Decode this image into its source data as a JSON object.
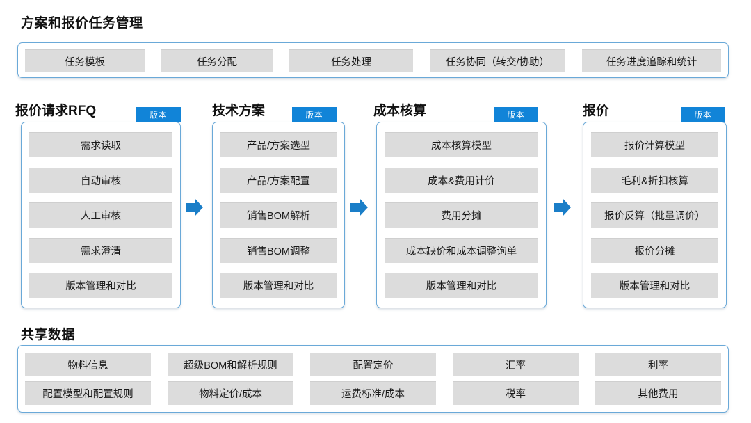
{
  "sections": {
    "task_management": {
      "title": "方案和报价任务管理",
      "items": [
        "任务模板",
        "任务分配",
        "任务处理",
        "任务协同（转交/协助）",
        "任务进度追踪和统计"
      ]
    },
    "shared_data": {
      "title": "共享数据",
      "items": [
        "物料信息",
        "超级BOM和解析规则",
        "配置定价",
        "汇率",
        "利率",
        "配置模型和配置规则",
        "物料定价/成本",
        "运费标准/成本",
        "税率",
        "其他费用"
      ]
    }
  },
  "columns": [
    {
      "title": "报价请求RFQ",
      "version_label": "版本",
      "items": [
        "需求读取",
        "自动审核",
        "人工审核",
        "需求澄清",
        "版本管理和对比"
      ]
    },
    {
      "title": "技术方案",
      "version_label": "版本",
      "items": [
        "产品/方案选型",
        "产品/方案配置",
        "销售BOM解析",
        "销售BOM调整",
        "版本管理和对比"
      ]
    },
    {
      "title": "成本核算",
      "version_label": "版本",
      "items": [
        "成本核算模型",
        "成本&费用计价",
        "费用分摊",
        "成本缺价和成本调整询单",
        "版本管理和对比"
      ]
    },
    {
      "title": "报价",
      "version_label": "版本",
      "items": [
        "报价计算模型",
        "毛利&折扣核算",
        "报价反算（批量调价）",
        "报价分摊",
        "版本管理和对比"
      ]
    }
  ],
  "arrows": [
    {
      "name": "arrow-rfq-to-tech"
    },
    {
      "name": "arrow-tech-to-cost"
    },
    {
      "name": "arrow-cost-to-quote"
    }
  ],
  "colors": {
    "panel_border": "#6aa9d8",
    "chip_fill": "#dcdcdc",
    "accent_blue": "#1184d8",
    "arrow_blue": "#1a7ec8",
    "text": "#1a1a1a"
  }
}
